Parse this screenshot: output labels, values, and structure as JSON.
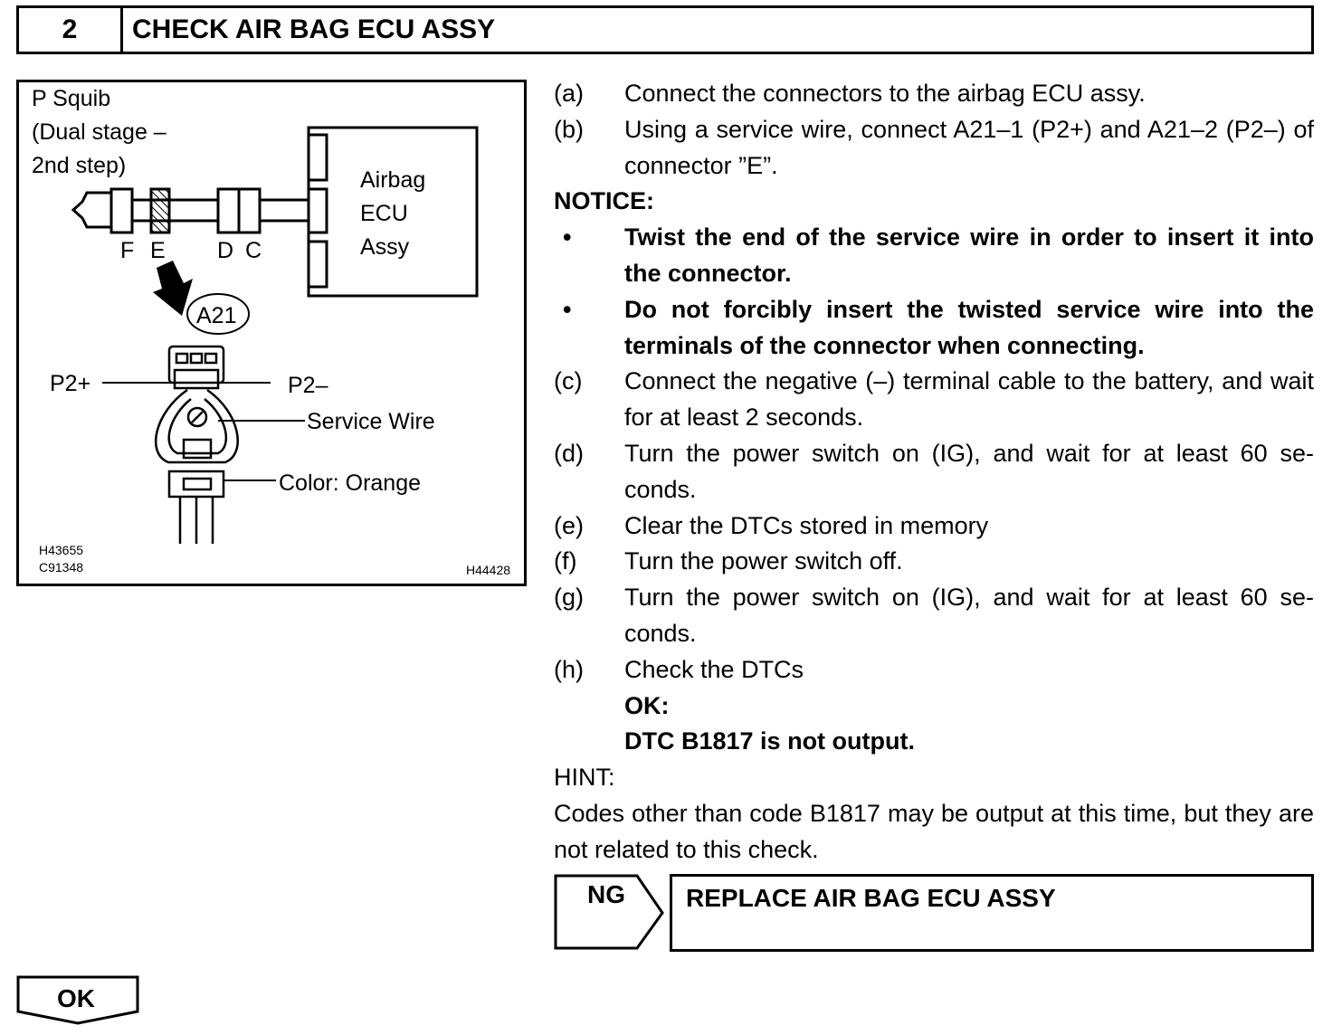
{
  "header": {
    "step_number": "2",
    "title": "CHECK AIR BAG ECU ASSY"
  },
  "figure": {
    "squib_label": [
      "P Squib",
      "(Dual stage –",
      "2nd step)"
    ],
    "ecu_label": [
      "Airbag",
      "ECU",
      "Assy"
    ],
    "connector_letters": {
      "f": "F",
      "e": "E",
      "d": "D",
      "c": "C"
    },
    "connector_id": "A21",
    "p2_plus": "P2+",
    "p2_minus": "P2–",
    "service_wire": "Service Wire",
    "color_note": "Color: Orange",
    "codes": [
      "H43655",
      "C91348"
    ],
    "code_right": "H44428"
  },
  "steps": [
    {
      "label": "(a)",
      "text": "Connect the connectors to the airbag ECU assy."
    },
    {
      "label": "(b)",
      "text": "Using a service wire, connect A21–1 (P2+) and A21–2 (P2–) of connector ”E”."
    }
  ],
  "notice": {
    "heading": "NOTICE:",
    "bullet": "•",
    "items": [
      "Twist the end of the service wire in order to insert it into the connector.",
      "Do not forcibly insert the twisted service wire into the terminals of the connector when connecting."
    ]
  },
  "steps2": [
    {
      "label": "(c)",
      "text": "Connect the negative (–) terminal cable to the battery, and wait for at least 2 seconds."
    },
    {
      "label": "(d)",
      "text": "Turn the power switch on (IG), and wait for at least 60 se-conds."
    },
    {
      "label": "(e)",
      "text": "Clear the DTCs stored in memory"
    },
    {
      "label": "(f)",
      "text": "Turn the power switch off."
    },
    {
      "label": "(g)",
      "text": "Turn the power switch on (IG), and wait for at least 60 se-conds."
    },
    {
      "label": "(h)",
      "text": "Check the DTCs"
    }
  ],
  "ok_result": {
    "label": "OK:",
    "text": "DTC B1817 is not output."
  },
  "hint": {
    "label": "HINT:",
    "text": "Codes other than code B1817 may be output at this time, but they are not related to this check."
  },
  "ng": {
    "label": "NG",
    "action": "REPLACE AIR BAG ECU ASSY"
  },
  "ok": {
    "label": "OK"
  }
}
